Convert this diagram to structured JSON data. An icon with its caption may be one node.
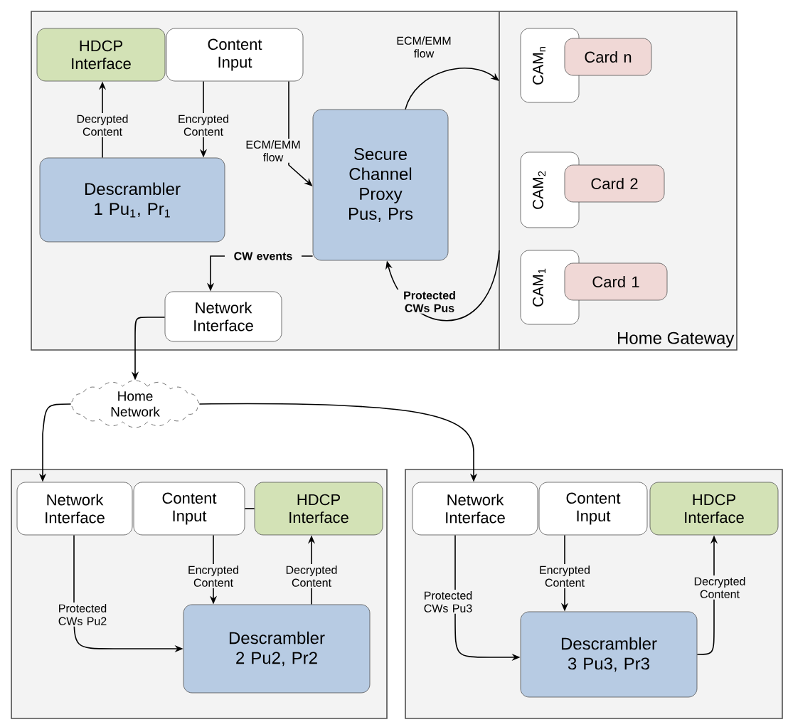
{
  "diagram": {
    "nodes": [
      {
        "text": [
          "Home Gateway"
        ]
      },
      {
        "text": [
          "HDCP Interface"
        ],
        "in": 0
      },
      {
        "text": [
          "Content Input"
        ],
        "in": 0
      },
      {
        "text": [
          "Descrambler 1 Pu$_{1}$, Pr$_{1}$"
        ],
        "in": 0
      },
      {
        "text": [
          "Secure Channel Proxy Pus, Prs"
        ],
        "in": 0
      },
      {
        "text": [
          "Network Interface"
        ],
        "in": 0
      },
      {
        "text": [
          "CAM$_{n}$"
        ],
        "in": 0
      },
      {
        "text": [
          "Card n"
        ],
        "in": 0
      },
      {
        "text": [
          "CAM$_{2}$"
        ],
        "in": 0
      },
      {
        "text": [
          "Card 2"
        ],
        "in": 0
      },
      {
        "text": [
          "CAM$_{1}$"
        ],
        "in": 0
      },
      {
        "text": [
          "Card 1"
        ],
        "in": 0
      },
      {
        "text": [
          "Home Network"
        ]
      },
      {
        "text": [],
        "shape": "box"
      },
      {
        "text": [
          "Network Interface"
        ],
        "in": 13
      },
      {
        "text": [
          "Content Input"
        ],
        "in": 13
      },
      {
        "text": [
          "HDCP Interface"
        ],
        "in": 13
      },
      {
        "text": [
          "Descrambler 2 Pu2, Pr2"
        ],
        "in": 13
      },
      {
        "text": [],
        "shape": "box"
      },
      {
        "text": [
          "Network Interface"
        ],
        "in": 18
      },
      {
        "text": [
          "Content Input"
        ],
        "in": 18
      },
      {
        "text": [
          "HDCP Interface"
        ],
        "in": 18
      },
      {
        "text": [
          "Descrambler 3 Pu3, Pr3"
        ],
        "in": 18
      }
    ],
    "edges": [
      {
        "from": 3,
        "to": 1,
        "arrow": "to",
        "label": "Decrypted Content"
      },
      {
        "from": 2,
        "to": 3,
        "arrow": "to",
        "label": "Encrypted Content"
      },
      {
        "from": 2,
        "to": 4,
        "arrow": "to",
        "label": "ECM/EMM flow"
      },
      {
        "from": 4,
        "to": null,
        "arrow": "to",
        "label": "ECM/EMM flow"
      },
      {
        "from": null,
        "to": 4,
        "arrow": "to",
        "label": "Protected CWs Pus"
      },
      {
        "from": 4,
        "to": 5,
        "arrow": "to",
        "label": "CW events"
      },
      {
        "from": 5,
        "to": 12,
        "arrow": "to"
      },
      {
        "from": 12,
        "to": 14,
        "arrow": "to"
      },
      {
        "from": 12,
        "to": 19,
        "arrow": "to"
      },
      {
        "from": 14,
        "to": 17,
        "arrow": "to",
        "label": "Protected CWs Pu2"
      },
      {
        "from": 15,
        "to": 17,
        "arrow": "to",
        "label": "Encrypted Content"
      },
      {
        "from": 17,
        "to": 16,
        "arrow": "to",
        "label": "Decrypted Content"
      },
      {
        "from": 15,
        "to": 16,
        "arrow": "none"
      },
      {
        "from": 19,
        "to": 22,
        "arrow": "to",
        "label": "Protected CWs Pu3"
      },
      {
        "from": 20,
        "to": 22,
        "arrow": "to",
        "label": "Encrypted Content"
      },
      {
        "from": 22,
        "to": 21,
        "arrow": "to",
        "label": "Decrypted Content"
      }
    ]
  }
}
